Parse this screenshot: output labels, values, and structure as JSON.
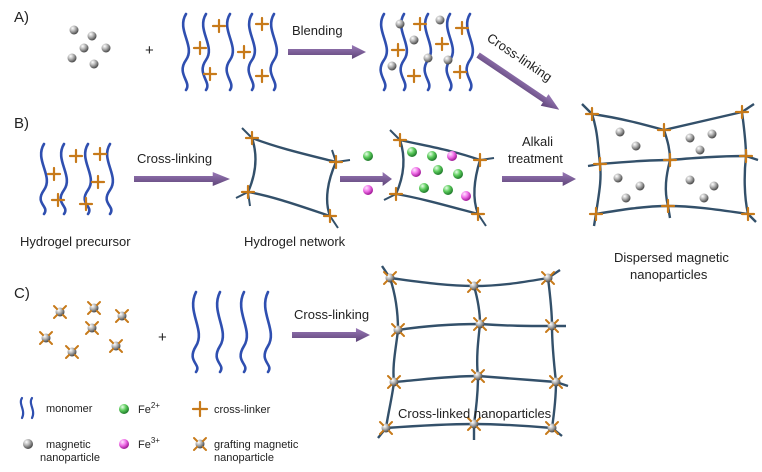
{
  "colors": {
    "chain": "#2f4fb0",
    "network": "#33506a",
    "arrow": "#7b5a9a",
    "crosslinker": "#c77a1a",
    "particle": "#9a9a9a",
    "fe2": "#3cb34a",
    "fe3": "#e040d0"
  },
  "section_a": {
    "label": "A)",
    "arrow1_label": "Blending",
    "arrow2_label": "Cross-linking"
  },
  "section_b": {
    "label": "B)",
    "arrow1_label": "Cross-linking",
    "arrow3_label_line1": "Alkali",
    "arrow3_label_line2": "treatment",
    "caption1": "Hydrogel precursor",
    "caption2": "Hydrogel network",
    "caption3_line1": "Dispersed magnetic",
    "caption3_line2": "nanoparticles"
  },
  "section_c": {
    "label": "C)",
    "arrow_label": "Cross-linking",
    "caption": "Cross-linked nanoparticles"
  },
  "plus_sign": "+",
  "legend": {
    "monomer": "monomer",
    "fe2_base": "Fe",
    "fe2_sup": "2+",
    "crosslinker": "cross-linker",
    "magnetic_line1": "magnetic",
    "magnetic_line2": "nanoparticle",
    "fe3_base": "Fe",
    "fe3_sup": "3+",
    "grafting_line1": "grafting magnetic",
    "grafting_line2": "nanoparticle"
  }
}
